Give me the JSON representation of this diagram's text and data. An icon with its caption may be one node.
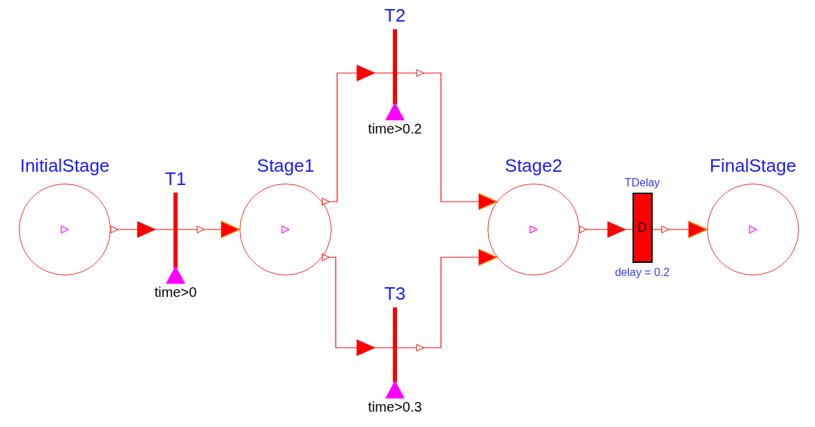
{
  "diagram": {
    "nodes": [
      {
        "text": [
          "InitialStage"
        ]
      },
      {
        "text": [
          "T1"
        ],
        "beside": [
          "time>0"
        ]
      },
      {
        "text": [
          "Stage1"
        ]
      },
      {
        "text": [
          "T2"
        ],
        "beside": [
          "time>0.2"
        ]
      },
      {
        "text": [
          "T3"
        ],
        "beside": [
          "time>0.3"
        ]
      },
      {
        "text": [
          "Stage2"
        ]
      },
      {
        "text": [
          "TDelay",
          "D"
        ],
        "beside": [
          "delay = 0.2"
        ]
      },
      {
        "text": [
          "FinalStage"
        ]
      }
    ],
    "edges": [
      {
        "from": 0,
        "to": 1,
        "arrow": "to"
      },
      {
        "from": 1,
        "to": 2,
        "arrow": "to"
      },
      {
        "from": 2,
        "to": 3,
        "arrow": "to"
      },
      {
        "from": 2,
        "to": 4,
        "arrow": "to"
      },
      {
        "from": 3,
        "to": 5,
        "arrow": "to"
      },
      {
        "from": 4,
        "to": 5,
        "arrow": "to"
      },
      {
        "from": 5,
        "to": 6,
        "arrow": "to"
      },
      {
        "from": 6,
        "to": 7,
        "arrow": "to"
      }
    ]
  }
}
